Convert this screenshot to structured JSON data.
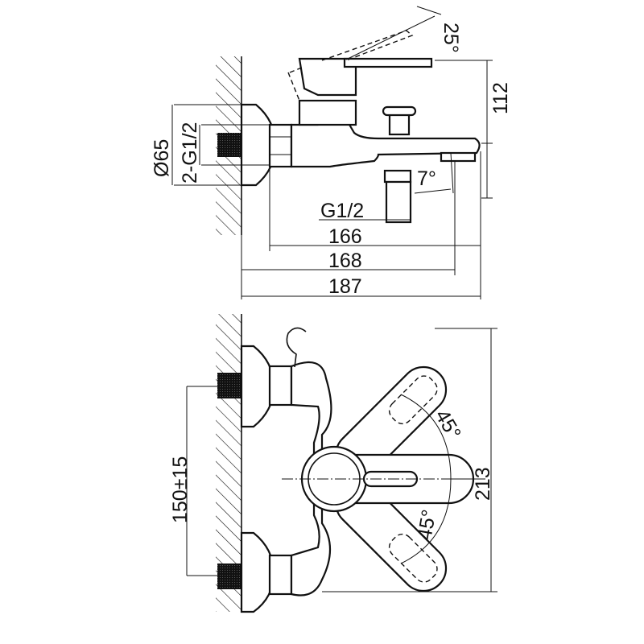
{
  "side_view": {
    "angle_lever": "25°",
    "height": "112",
    "flange_diameter": "Ø65",
    "inlet_thread": "2-G1/2",
    "spout_angle": "7°",
    "outlet_thread": "G1/2",
    "length_1": "166",
    "length_2": "168",
    "length_3": "187"
  },
  "front_view": {
    "inlet_spacing": "150±15",
    "handle_angle_up": "45°",
    "handle_angle_down": "45°",
    "height": "213"
  },
  "colors": {
    "line": "#111111",
    "background": "#ffffff"
  }
}
